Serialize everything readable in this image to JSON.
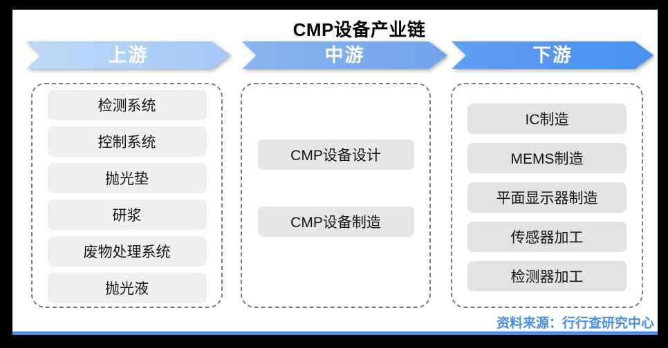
{
  "title": "CMP设备产业链",
  "columns": [
    {
      "stage": "上游",
      "items": [
        "检测系统",
        "控制系统",
        "抛光垫",
        "研浆",
        "废物处理系统",
        "抛光液"
      ]
    },
    {
      "stage": "中游",
      "items": [
        "CMP设备设计",
        "CMP设备制造"
      ]
    },
    {
      "stage": "下游",
      "items": [
        "IC制造",
        "MEMS制造",
        "平面显示器制造",
        "传感器加工",
        "检测器加工"
      ]
    }
  ],
  "source": "资料来源：行行查研究中心",
  "colors": {
    "upstream_arrow": "#aecff7",
    "midstream_arrow": "#7aaaed",
    "downstream_arrow": "#5598f2",
    "accent_blue": "#4a90e8"
  }
}
